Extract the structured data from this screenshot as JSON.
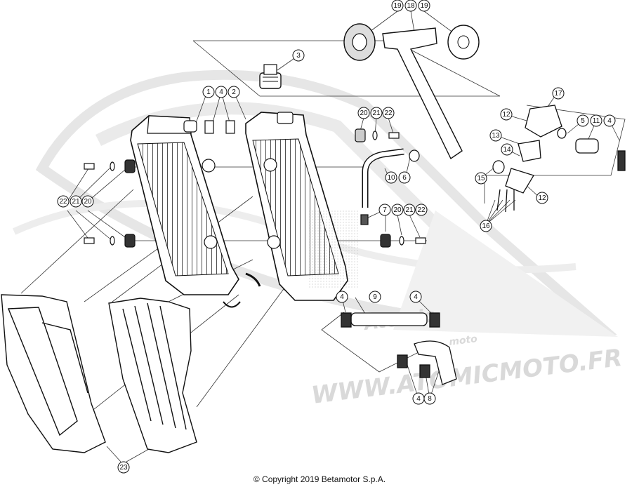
{
  "watermark": {
    "url_text": "WWW.ATOMICMOTO.FR",
    "logo_text": "Atomic",
    "logo_sub": "moto"
  },
  "copyright": "© Copyright 2019 Betamotor S.p.A.",
  "callouts": [
    {
      "id": "c19a",
      "label": "19"
    },
    {
      "id": "c18",
      "label": "18"
    },
    {
      "id": "c19b",
      "label": "19"
    },
    {
      "id": "c3",
      "label": "3"
    },
    {
      "id": "c1",
      "label": "1"
    },
    {
      "id": "c4a",
      "label": "4"
    },
    {
      "id": "c2",
      "label": "2"
    },
    {
      "id": "c17",
      "label": "17"
    },
    {
      "id": "c20a",
      "label": "20"
    },
    {
      "id": "c21a",
      "label": "21"
    },
    {
      "id": "c22a",
      "label": "22"
    },
    {
      "id": "c12a",
      "label": "12"
    },
    {
      "id": "c5",
      "label": "5"
    },
    {
      "id": "c11",
      "label": "11"
    },
    {
      "id": "c4b",
      "label": "4"
    },
    {
      "id": "c13",
      "label": "13"
    },
    {
      "id": "c14",
      "label": "14"
    },
    {
      "id": "c10",
      "label": "10"
    },
    {
      "id": "c6",
      "label": "6"
    },
    {
      "id": "c15",
      "label": "15"
    },
    {
      "id": "c12b",
      "label": "12"
    },
    {
      "id": "c22b",
      "label": "22"
    },
    {
      "id": "c21b",
      "label": "21"
    },
    {
      "id": "c20b",
      "label": "20"
    },
    {
      "id": "c7",
      "label": "7"
    },
    {
      "id": "c20c",
      "label": "20"
    },
    {
      "id": "c21c",
      "label": "21"
    },
    {
      "id": "c22c",
      "label": "22"
    },
    {
      "id": "c16",
      "label": "16"
    },
    {
      "id": "c4c",
      "label": "4"
    },
    {
      "id": "c9",
      "label": "9"
    },
    {
      "id": "c4d",
      "label": "4"
    },
    {
      "id": "c4e",
      "label": "4"
    },
    {
      "id": "c8",
      "label": "8"
    },
    {
      "id": "c23",
      "label": "23"
    }
  ]
}
